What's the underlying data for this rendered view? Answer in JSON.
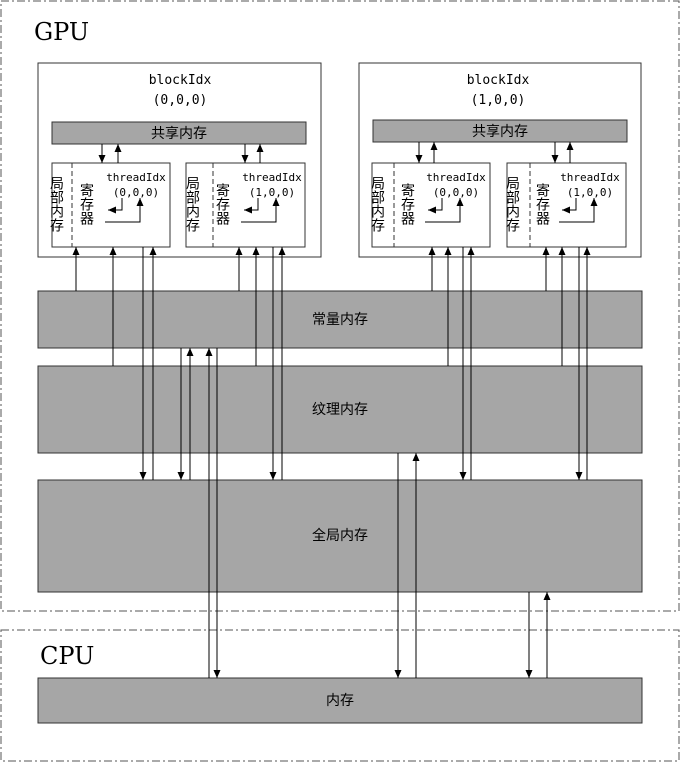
{
  "regions": {
    "gpu_label": "GPU",
    "cpu_label": "CPU"
  },
  "blocks": [
    {
      "title": "blockIdx",
      "index": "(0,0,0)",
      "shared_memory": "共享内存",
      "threads": [
        {
          "title": "threadIdx",
          "index": "(0,0,0)",
          "local_memory": "局部内存",
          "registers": "寄存器"
        },
        {
          "title": "threadIdx",
          "index": "(1,0,0)",
          "local_memory": "局部内存",
          "registers": "寄存器"
        }
      ]
    },
    {
      "title": "blockIdx",
      "index": "(1,0,0)",
      "shared_memory": "共享内存",
      "threads": [
        {
          "title": "threadIdx",
          "index": "(0,0,0)",
          "local_memory": "局部内存",
          "registers": "寄存器"
        },
        {
          "title": "threadIdx",
          "index": "(1,0,0)",
          "local_memory": "局部内存",
          "registers": "寄存器"
        }
      ]
    }
  ],
  "memories": {
    "constant": "常量内存",
    "texture": "纹理内存",
    "global": "全局内存",
    "host": "内存"
  }
}
